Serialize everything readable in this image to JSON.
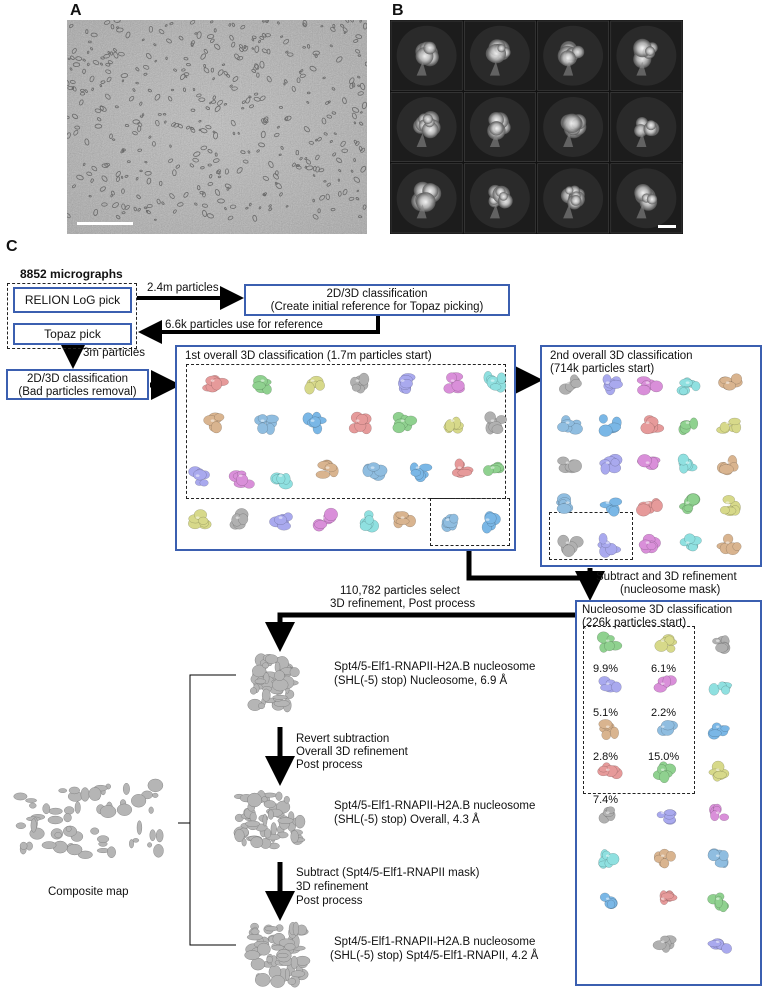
{
  "panels": {
    "a": "A",
    "b": "B",
    "c": "C"
  },
  "workflow": {
    "micrographs": "8852 micrographs",
    "log_pick": "RELION LoG pick",
    "topaz_pick": "Topaz pick",
    "arrow_2_4m": "2.4m particles",
    "class_init_line1": "2D/3D classification",
    "class_init_line2": "(Create initial reference for Topaz picking)",
    "arrow_6_6k": "6.6k particles use for reference",
    "arrow_3m": "3m particles",
    "class_bad_line1": "2D/3D classification",
    "class_bad_line2": "(Bad particles removal)",
    "first_overall": "1st overall 3D classification (1.7m particles start)",
    "second_overall_line1": "2nd overall 3D classification",
    "second_overall_line2": "(714k particles start)",
    "subtract_line1": "Subtract and 3D refinement",
    "subtract_line2": "(nucleosome mask)",
    "nuc_line1": "Nucleosome 3D classification",
    "nuc_line2": "(226k particles start)",
    "select_line1": "110,782 particles select",
    "select_line2": "3D refinement, Post process",
    "result1_line1": "Spt4/5-Elf1-RNAPII-H2A.B nucleosome",
    "result1_line2": "(SHL(-5) stop) Nucleosome, 6.9 Å",
    "revert_line1": "Revert subtraction",
    "revert_line2": "Overall 3D refinement",
    "revert_line3": "Post process",
    "result2_line1": "Spt4/5-Elf1-RNAPII-H2A.B nucleosome",
    "result2_line2": "(SHL(-5) stop) Overall, 4.3 Å",
    "sub2_line1": "Subtract (Spt4/5-Elf1-RNAPII mask)",
    "sub2_line2": "3D refinement",
    "sub2_line3": "Post process",
    "result3_line1": "Spt4/5-Elf1-RNAPII-H2A.B nucleosome",
    "result3_line2": "(SHL(-5) stop) Spt4/5-Elf1-RNAPII, 4.2 Å",
    "composite": "Composite map"
  },
  "percentages": [
    "9.9%",
    "6.1%",
    "5.1%",
    "2.2%",
    "2.8%",
    "15.0%",
    "7.4%"
  ],
  "colors": {
    "box_border": "#3b5fb0",
    "arrow": "#000000"
  }
}
